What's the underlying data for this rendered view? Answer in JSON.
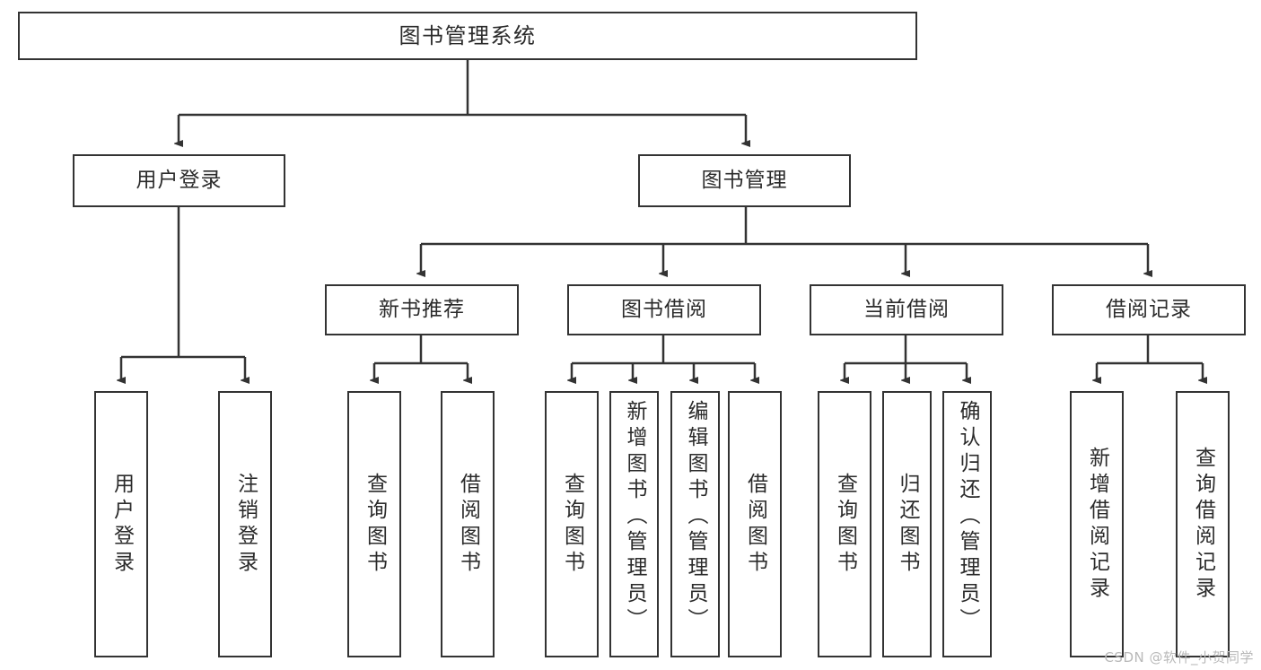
{
  "diagram": {
    "title": "图书管理系统",
    "watermark": "CSDN @软件_小贺同学",
    "line_color": "#333333",
    "box_fill": "#ffffff",
    "text_color": "#2b2b2b"
  },
  "nodes": {
    "root": {
      "label": "图书管理系统"
    },
    "level2": [
      {
        "label": "用户登录"
      },
      {
        "label": "图书管理"
      }
    ],
    "level3": [
      {
        "label": "新书推荐"
      },
      {
        "label": "图书借阅"
      },
      {
        "label": "当前借阅"
      },
      {
        "label": "借阅记录"
      }
    ],
    "leaves": {
      "user_login": [
        {
          "label": "用户登录"
        },
        {
          "label": "注销登录"
        }
      ],
      "new_book_rec": [
        {
          "label": "查询图书"
        },
        {
          "label": "借阅图书"
        }
      ],
      "book_borrow": [
        {
          "label": "查询图书"
        },
        {
          "label": "新增图书（管理员）"
        },
        {
          "label": "编辑图书（管理员）"
        },
        {
          "label": "借阅图书"
        }
      ],
      "current_borrow": [
        {
          "label": "查询图书"
        },
        {
          "label": "归还图书"
        },
        {
          "label": "确认归还（管理员）"
        }
      ],
      "borrow_record": [
        {
          "label": "新增借阅记录"
        },
        {
          "label": "查询借阅记录"
        }
      ]
    }
  }
}
